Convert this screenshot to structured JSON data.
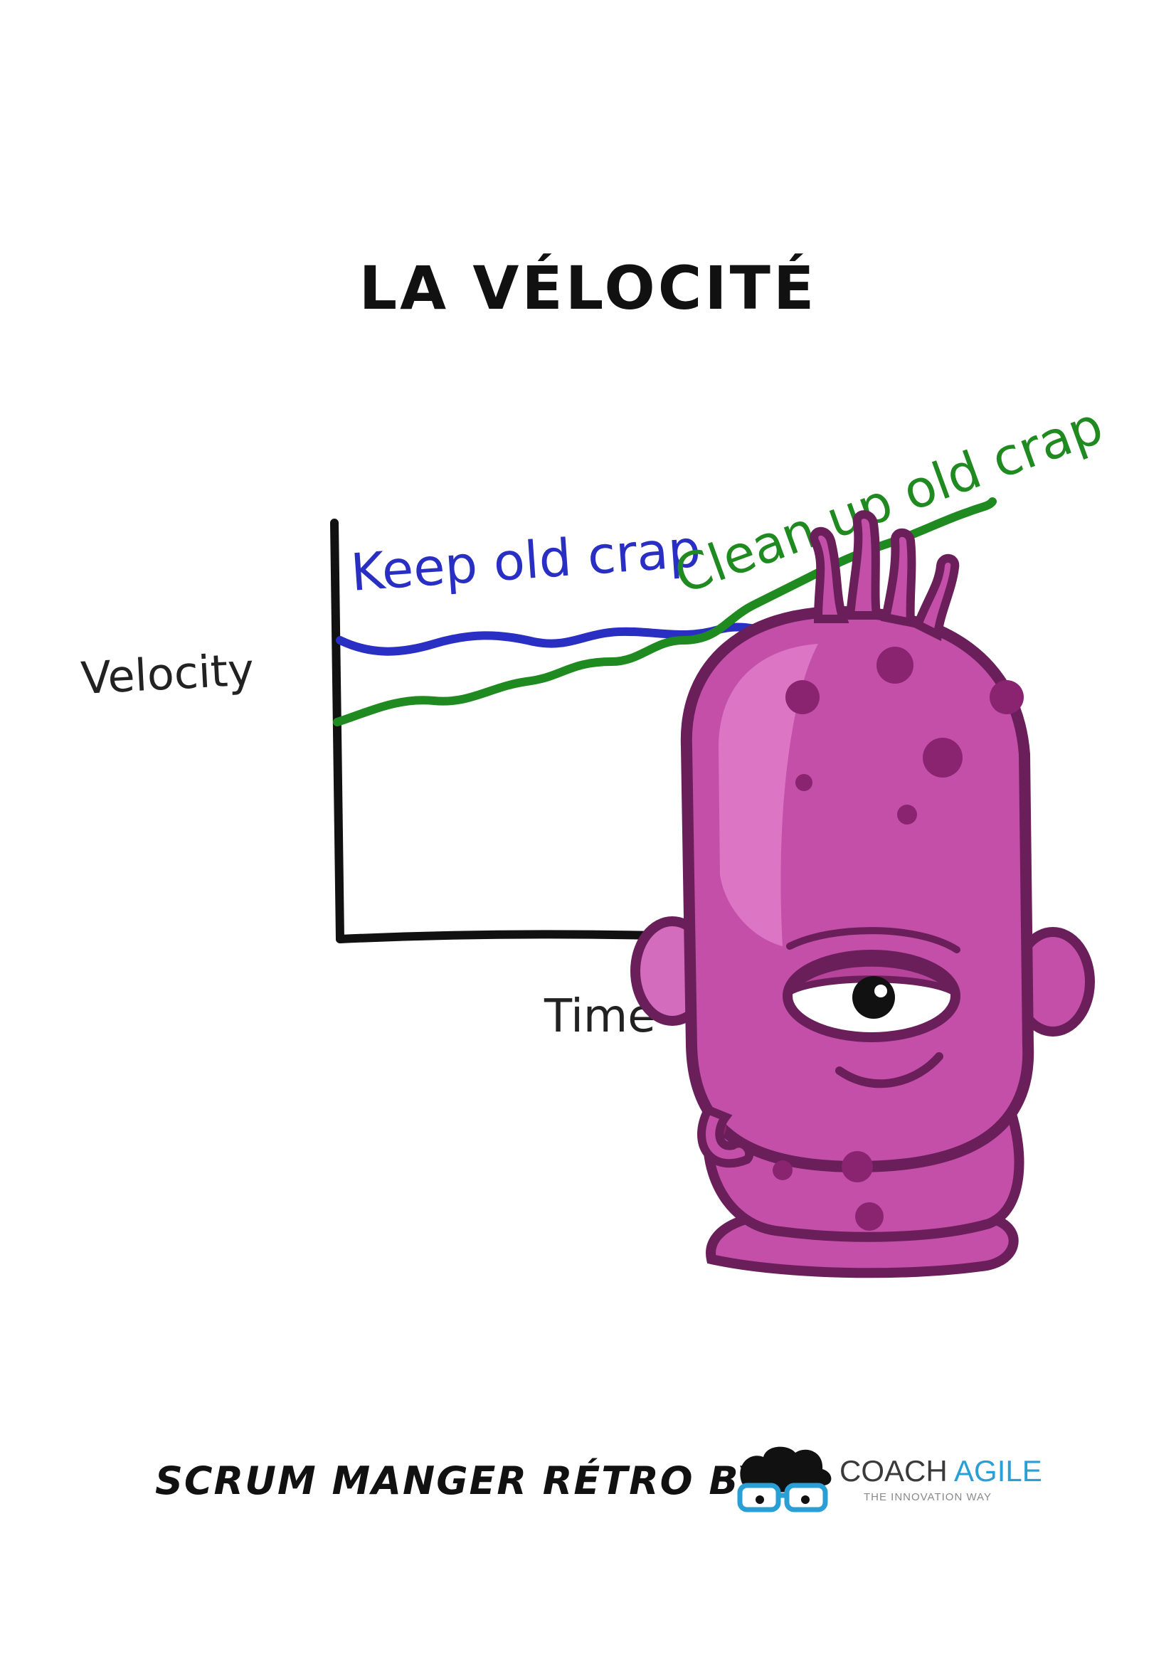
{
  "title": "LA VÉLOCITÉ",
  "sketch": {
    "y_axis_label": "Velocity",
    "x_axis_label": "Time",
    "blue_label": "Keep old crap",
    "green_label": "Clean up old crap",
    "blue_color": "#2a2fc4",
    "green_color": "#1f8a1f"
  },
  "footer": {
    "text": "SCRUM MANGER RÉTRO BY",
    "logo_word1": "COACH",
    "logo_word2": "AGILE",
    "logo_tagline": "THE INNOVATION WAY",
    "logo_accent": "#2a9fd6"
  },
  "illustration": {
    "subject": "monster-icon",
    "body_color": "#c44fa8",
    "outline_color": "#6b1f5a"
  }
}
